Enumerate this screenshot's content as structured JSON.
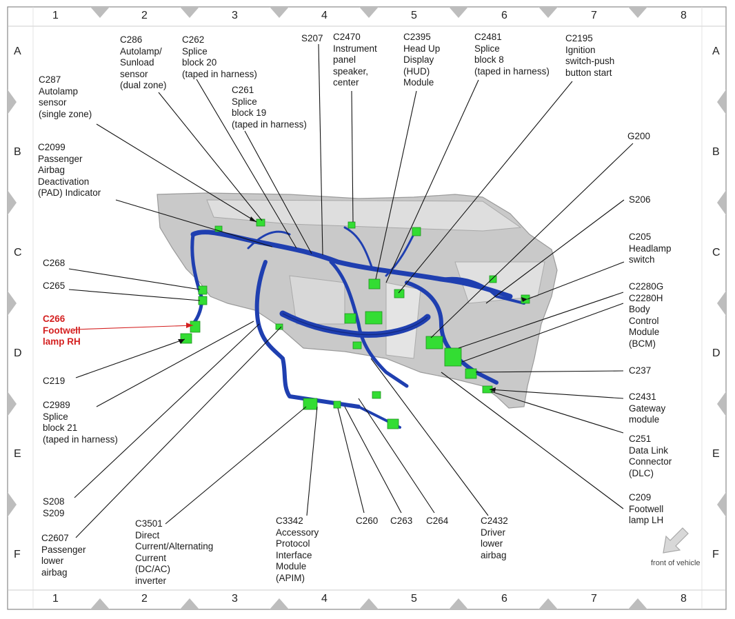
{
  "grid": {
    "columns": [
      "1",
      "2",
      "3",
      "4",
      "5",
      "6",
      "7",
      "8"
    ],
    "rows": [
      "A",
      "B",
      "C",
      "D",
      "E",
      "F"
    ]
  },
  "colors": {
    "harness": "#1f3fb0",
    "harness_dark": "#142a80",
    "connector": "#33dd33",
    "highlight": "#d42020",
    "dash_body": "#c9c9c9",
    "frame_marker": "#bdbdbd"
  },
  "labels": {
    "c287": "C287\nAutolamp\nsensor\n(single zone)",
    "c286": "C286\nAutolamp/\nSunload\nsensor\n(dual zone)",
    "c262": "C262\nSplice\nblock 20\n(taped in harness)",
    "c261": "C261\nSplice\nblock 19\n(taped in harness)",
    "s207": "S207",
    "c2470": "C2470\nInstrument\npanel\nspeaker,\ncenter",
    "c2395": "C2395\nHead Up\nDisplay\n(HUD)\nModule",
    "c2481": "C2481\nSplice\nblock 8\n(taped in harness)",
    "c2195": "C2195\nIgnition\nswitch-push\nbutton start",
    "c2099": "C2099\nPassenger\nAirbag\nDeactivation\n(PAD) Indicator",
    "g200": "G200",
    "s206": "S206",
    "c205": "C205\nHeadlamp\nswitch",
    "c268": "C268",
    "c265": "C265",
    "c266": "C266\nFootwell\nlamp RH",
    "c2280": "C2280G\nC2280H\nBody\nControl\nModule\n(BCM)",
    "c219": "C219",
    "c237": "C237",
    "c2989": "C2989\nSplice\nblock 21\n(taped in harness)",
    "c2431": "C2431\nGateway\nmodule",
    "c251": "C251\nData Link\nConnector\n(DLC)",
    "s208": "S208\nS209",
    "c209": "C209\nFootwell\nlamp LH",
    "c2607": "C2607\nPassenger\nlower\nairbag",
    "c3501": "C3501\nDirect\nCurrent/Alternating\nCurrent\n(DC/AC)\ninverter",
    "c3342": "C3342\nAccessory\nProtocol\nInterface\nModule\n(APIM)",
    "c260": "C260",
    "c263": "C263",
    "c264": "C264",
    "c2432": "C2432\nDriver\nlower\nairbag",
    "front": "front of vehicle"
  }
}
